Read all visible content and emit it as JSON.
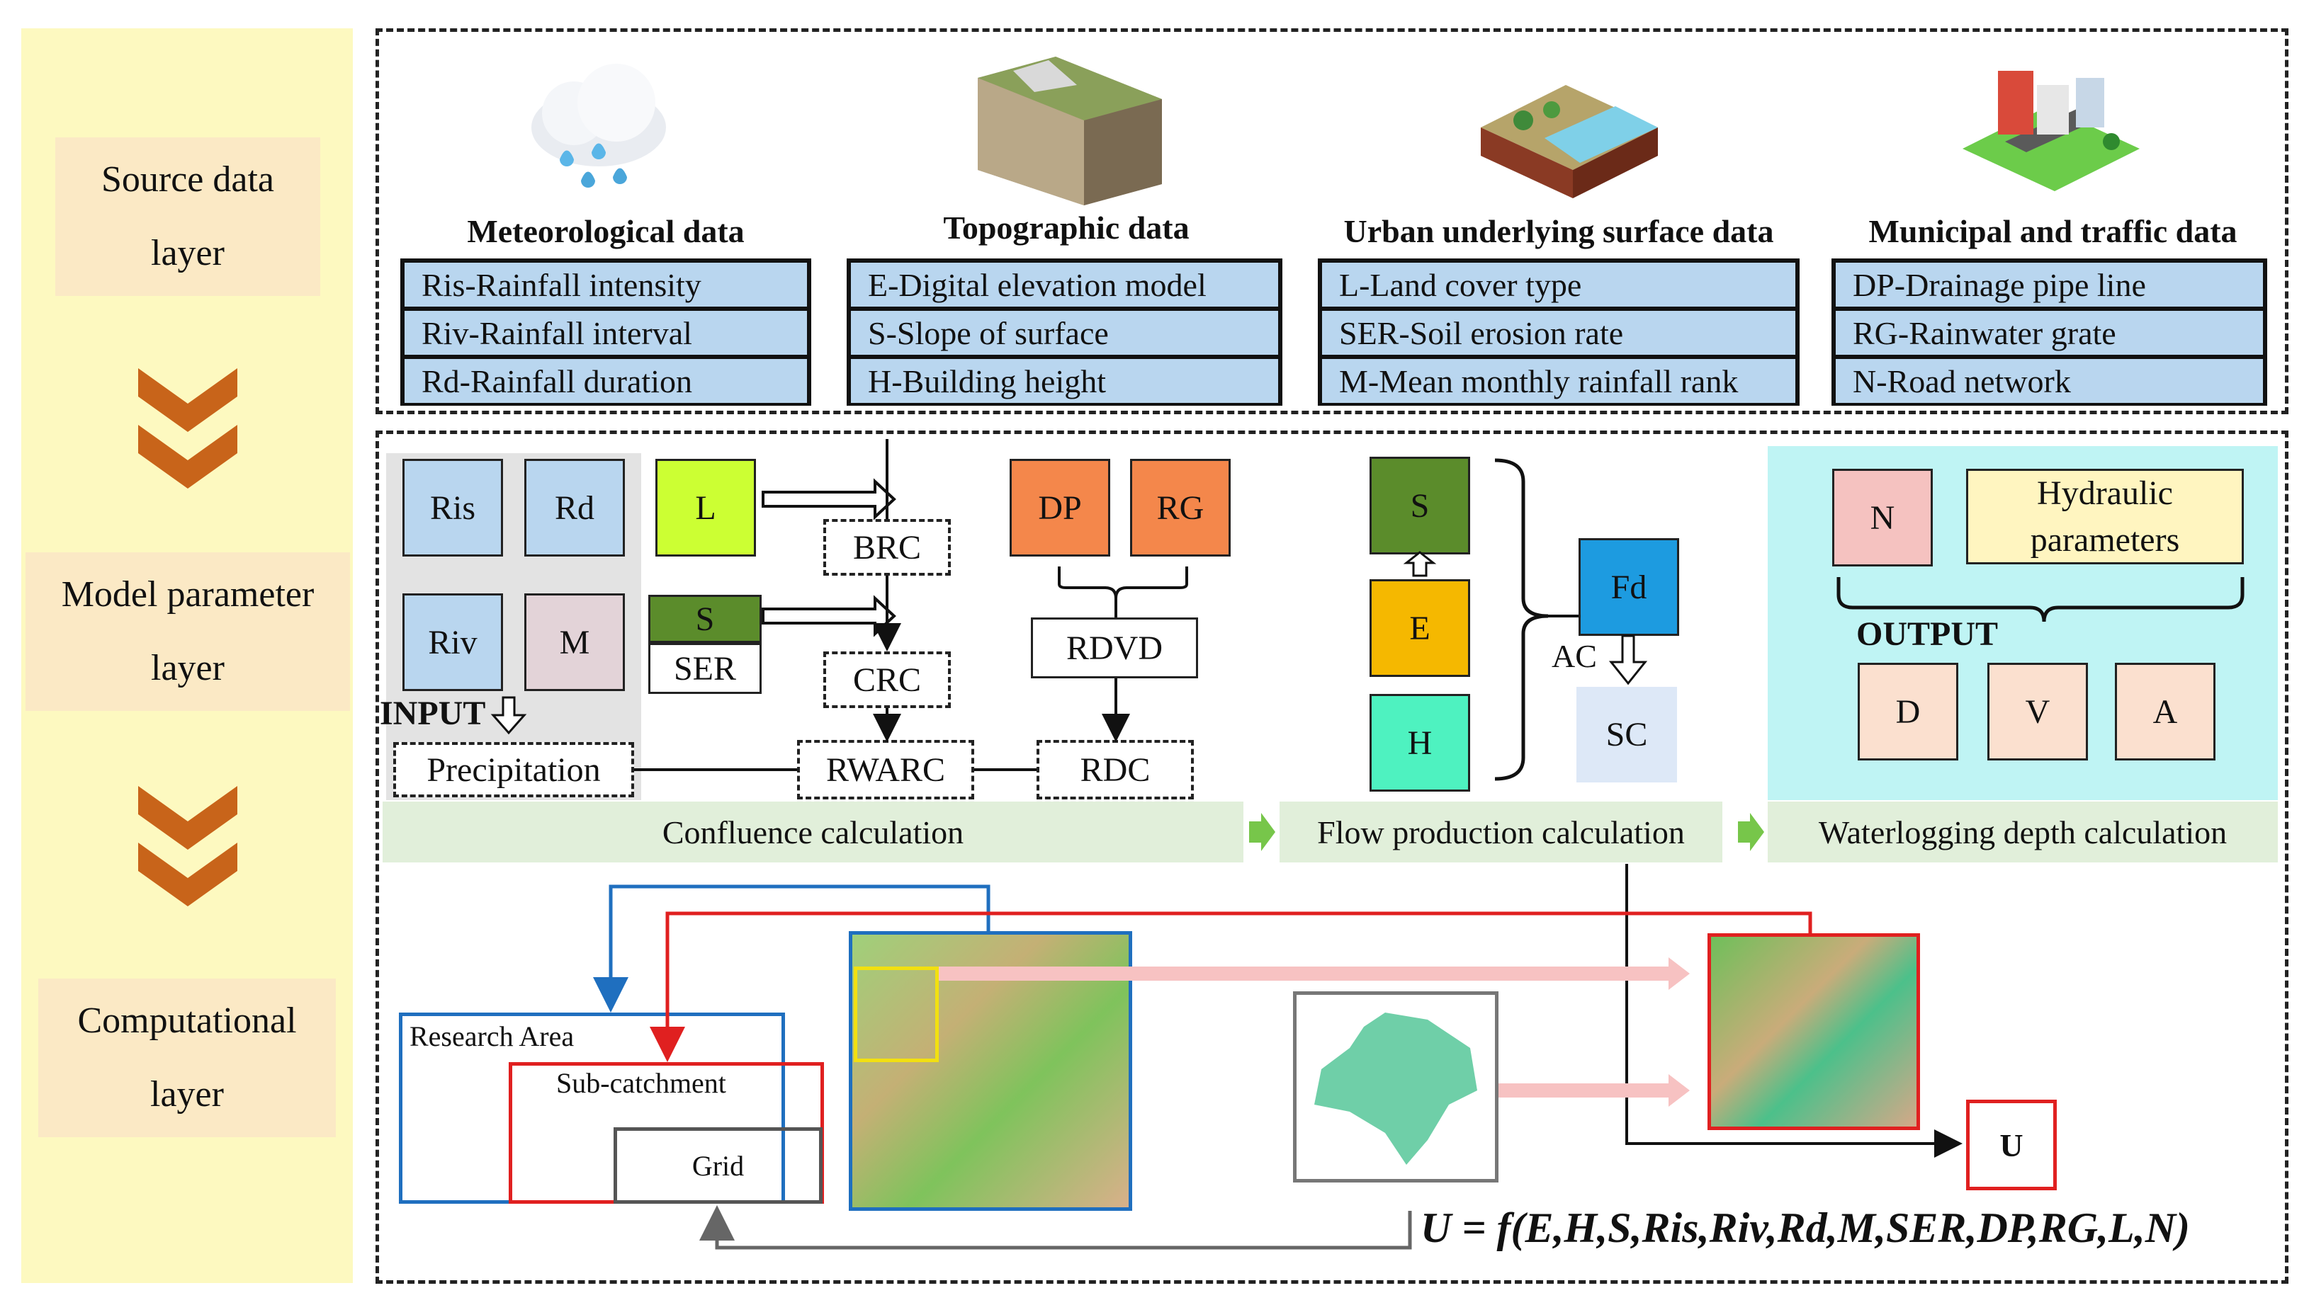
{
  "layers": {
    "source": [
      "Source data",
      "layer"
    ],
    "model": [
      "Model parameter",
      "layer"
    ],
    "computational": [
      "Computational",
      "layer"
    ]
  },
  "source_data": [
    {
      "title": "Meteorological data",
      "items": [
        "Ris-Rainfall intensity",
        "Riv-Rainfall interval",
        "Rd-Rainfall duration"
      ]
    },
    {
      "title": "Topographic data",
      "items": [
        "E-Digital elevation model",
        "S-Slope of surface",
        "H-Building height"
      ]
    },
    {
      "title": "Urban underlying surface data",
      "items": [
        "L-Land cover type",
        "SER-Soil erosion rate",
        "M-Mean monthly rainfall rank"
      ]
    },
    {
      "title": "Municipal and traffic data",
      "items": [
        "DP-Drainage pipe line",
        "RG-Rainwater grate",
        "N-Road network"
      ]
    }
  ],
  "model": {
    "ris": "Ris",
    "rd": "Rd",
    "riv": "Riv",
    "m": "M",
    "l": "L",
    "s": "S",
    "ser": "SER",
    "brc": "BRC",
    "crc": "CRC",
    "rwarc": "RWARC",
    "dp": "DP",
    "rg": "RG",
    "rdvd": "RDVD",
    "rdc": "RDC",
    "input": "INPUT",
    "precipitation": "Precipitation",
    "s2": "S",
    "e": "E",
    "h": "H",
    "fd": "Fd",
    "ac": "AC",
    "sc": "SC",
    "n": "N",
    "hydraulic": "Hydraulic parameters",
    "output": "OUTPUT",
    "d": "D",
    "v": "V",
    "a": "A"
  },
  "banners": {
    "confluence": "Confluence calculation",
    "flow": "Flow production calculation",
    "waterlogging": "Waterlogging depth calculation"
  },
  "computational": {
    "research_area": "Research Area",
    "sub_catchment": "Sub-catchment",
    "grid": "Grid",
    "u": "U",
    "formula": "U = f(E,H,S,Ris,Riv,Rd,M,SER,DP,RG,L,N)"
  },
  "colors": {
    "side_bg": "#fdf9c0",
    "side_label_bg": "#fbe9c5",
    "chevron": "#c8641a",
    "blue_cell": "#b9d6ef",
    "green_light": "#ccff33",
    "green_dark": "#5b8c2b",
    "orange": "#f4874b",
    "yellow": "#f5b800",
    "teal": "#4ef2c0",
    "fd_blue": "#1d9be0",
    "sc_blue": "#dde8f7",
    "cyan_panel": "#bff4f4",
    "n_pink": "#f5c2c0",
    "hydraulic_yellow": "#fff5c0",
    "out_peach": "#fbe0cf",
    "banner_green": "#e1efda",
    "banner_arrow": "#77c64a"
  }
}
